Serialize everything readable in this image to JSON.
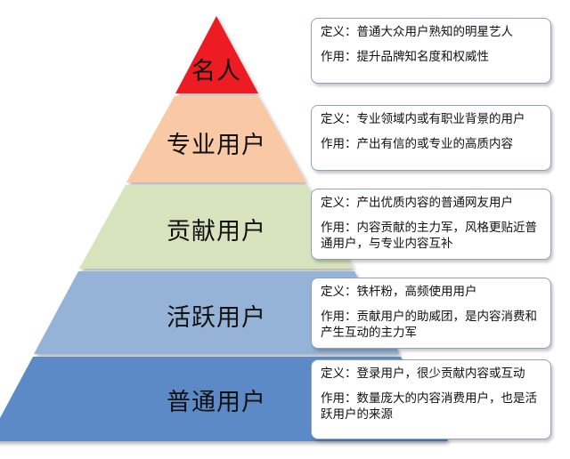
{
  "tiers": [
    {
      "name": "名人",
      "color": "#ec1c24",
      "definition": "定义：普通大众用户熟知的明星艺人",
      "role": "作用：提升品牌知名度和权威性"
    },
    {
      "name": "专业用户",
      "color": "#f9c9a6",
      "definition": "定义：专业领域内或有职业背景的用户",
      "role": "作用：产出有信的或专业的高质内容"
    },
    {
      "name": "贡献用户",
      "color": "#d6e3bc",
      "definition": "定义：产出优质内容的普通网友用户",
      "role": "作用：内容贡献的主力军，风格更贴近普通用户，与专业内容互补"
    },
    {
      "name": "活跃用户",
      "color": "#95b3d7",
      "definition": "定义：铁杆粉，高频使用用户",
      "role": "作用：贡献用户的助威团，是内容消费和产生互动的主力军"
    },
    {
      "name": "普通用户",
      "color": "#5b8ac6",
      "definition": "定义：登录用户，很少贡献内容或互动",
      "role": "作用：数量庞大的内容消费用户，也是活跃用户的来源"
    }
  ]
}
